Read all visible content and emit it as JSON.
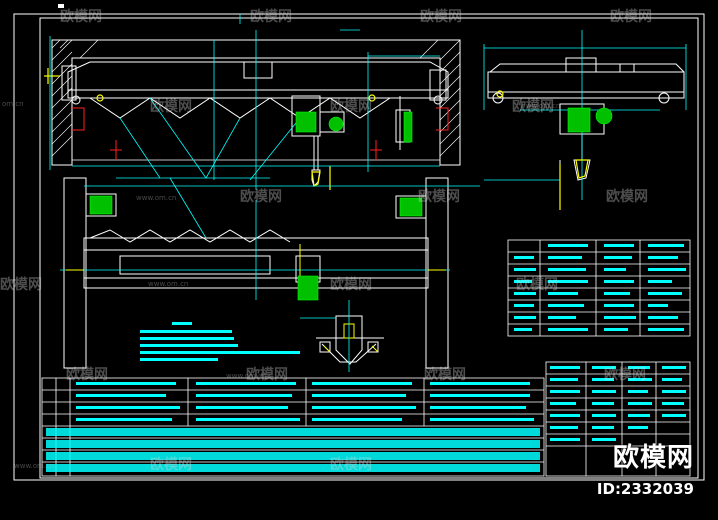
{
  "watermark": {
    "text": "欧模网",
    "url": "www.om.cn",
    "url_short": "om.cn"
  },
  "brand": {
    "name": "欧模网",
    "id_label": "ID:2332039"
  },
  "colors": {
    "background": "#000000",
    "line": "#ffffff",
    "accent": "#00ffff",
    "red": "#ff2020",
    "yellow": "#ffff00",
    "green": "#00ff00",
    "blue": "#4060ff"
  }
}
